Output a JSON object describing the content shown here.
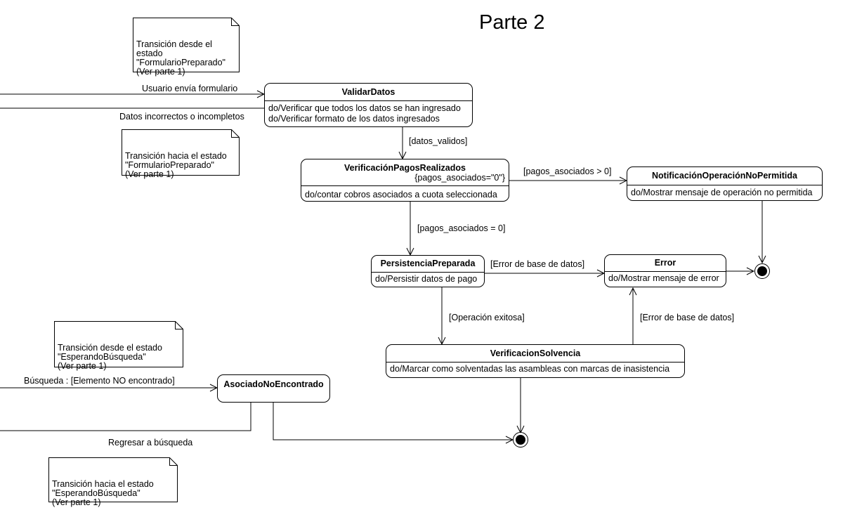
{
  "title": "Parte 2",
  "states": {
    "validar_datos": {
      "name": "ValidarDatos",
      "activities": [
        "do/Verificar que todos los datos se han ingresado",
        "do/Verificar formato de los datos ingresados"
      ]
    },
    "verificacion_pagos": {
      "name": "VerificaciónPagosRealizados",
      "constraint": "{pagos_asociados=\"0\"}",
      "activities": [
        "do/contar cobros asociados a cuota seleccionada"
      ]
    },
    "notificacion": {
      "name": "NotificaciónOperaciónNoPermitida",
      "activities": [
        "do/Mostrar mensaje de operación no permitida"
      ]
    },
    "persistencia": {
      "name": "PersistenciaPreparada",
      "activities": [
        "do/Persistir datos de pago"
      ]
    },
    "error": {
      "name": "Error",
      "activities": [
        "do/Mostrar mensaje de error"
      ]
    },
    "verificacion_solvencia": {
      "name": "VerificacionSolvencia",
      "activities": [
        "do/Marcar como solventadas las asambleas con marcas de inasistencia"
      ]
    },
    "asociado_no_encontrado": {
      "name": "AsociadoNoEncontrado"
    }
  },
  "transitions": {
    "usuario_envia": "Usuario envía formulario",
    "datos_incorrectos": "Datos incorrectos o incompletos",
    "datos_validos": "[datos_validos]",
    "pagos_mayor": "[pagos_asociados > 0]",
    "pagos_cero": "[pagos_asociados = 0]",
    "error_bd_1": "[Error de base de datos]",
    "operacion_exitosa": "[Operación exitosa]",
    "error_bd_2": "[Error de base de datos]",
    "busqueda": "Búsqueda : [Elemento NO encontrado]",
    "regresar": "Regresar a búsqueda"
  },
  "notes": {
    "note1": "Transición desde el\nestado\n\"FormularioPreparado\"\n(Ver parte 1)",
    "note2": "Transición hacia el estado\n\"FormularioPreparado\"\n(Ver parte 1)",
    "note3": "Transición desde el estado\n\"EsperandoBúsqueda\"\n(Ver parte 1)",
    "note4": "Transición hacia el estado\n\"EsperandoBúsqueda\"\n(Ver parte 1)"
  }
}
